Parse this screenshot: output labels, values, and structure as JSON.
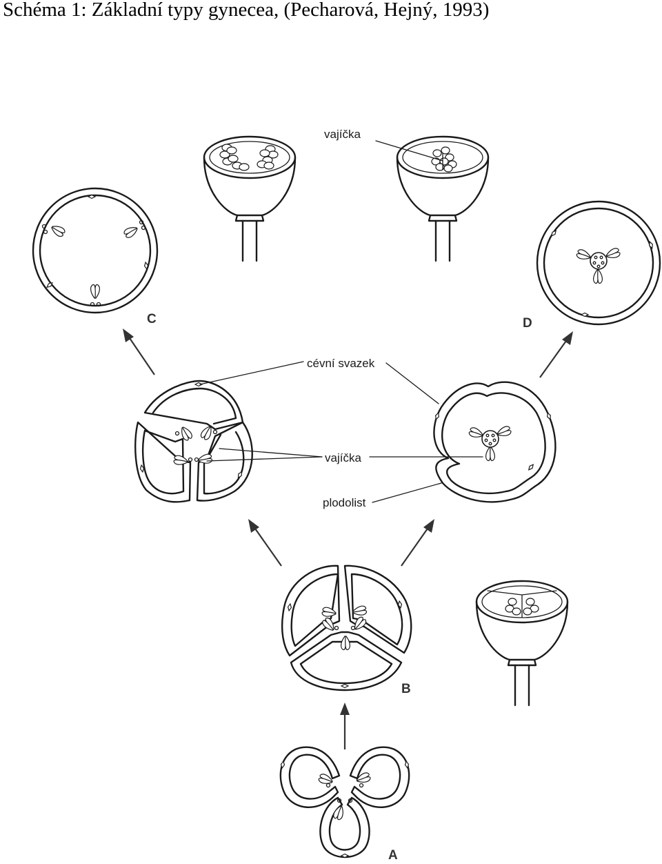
{
  "title": "Schéma 1: Základní typy gynecea, (Pecharová, Hejný, 1993)",
  "labels": {
    "ovules_top": "vajíčka",
    "vascular_bundle": "cévní svazek",
    "ovules_middle": "vajíčka",
    "carpel": "plodolist"
  },
  "types": {
    "a": "A",
    "b": "B",
    "c": "C",
    "d": "D"
  },
  "colors": {
    "line": "#1a1a1a",
    "arrow": "#333333",
    "background": "#ffffff"
  }
}
